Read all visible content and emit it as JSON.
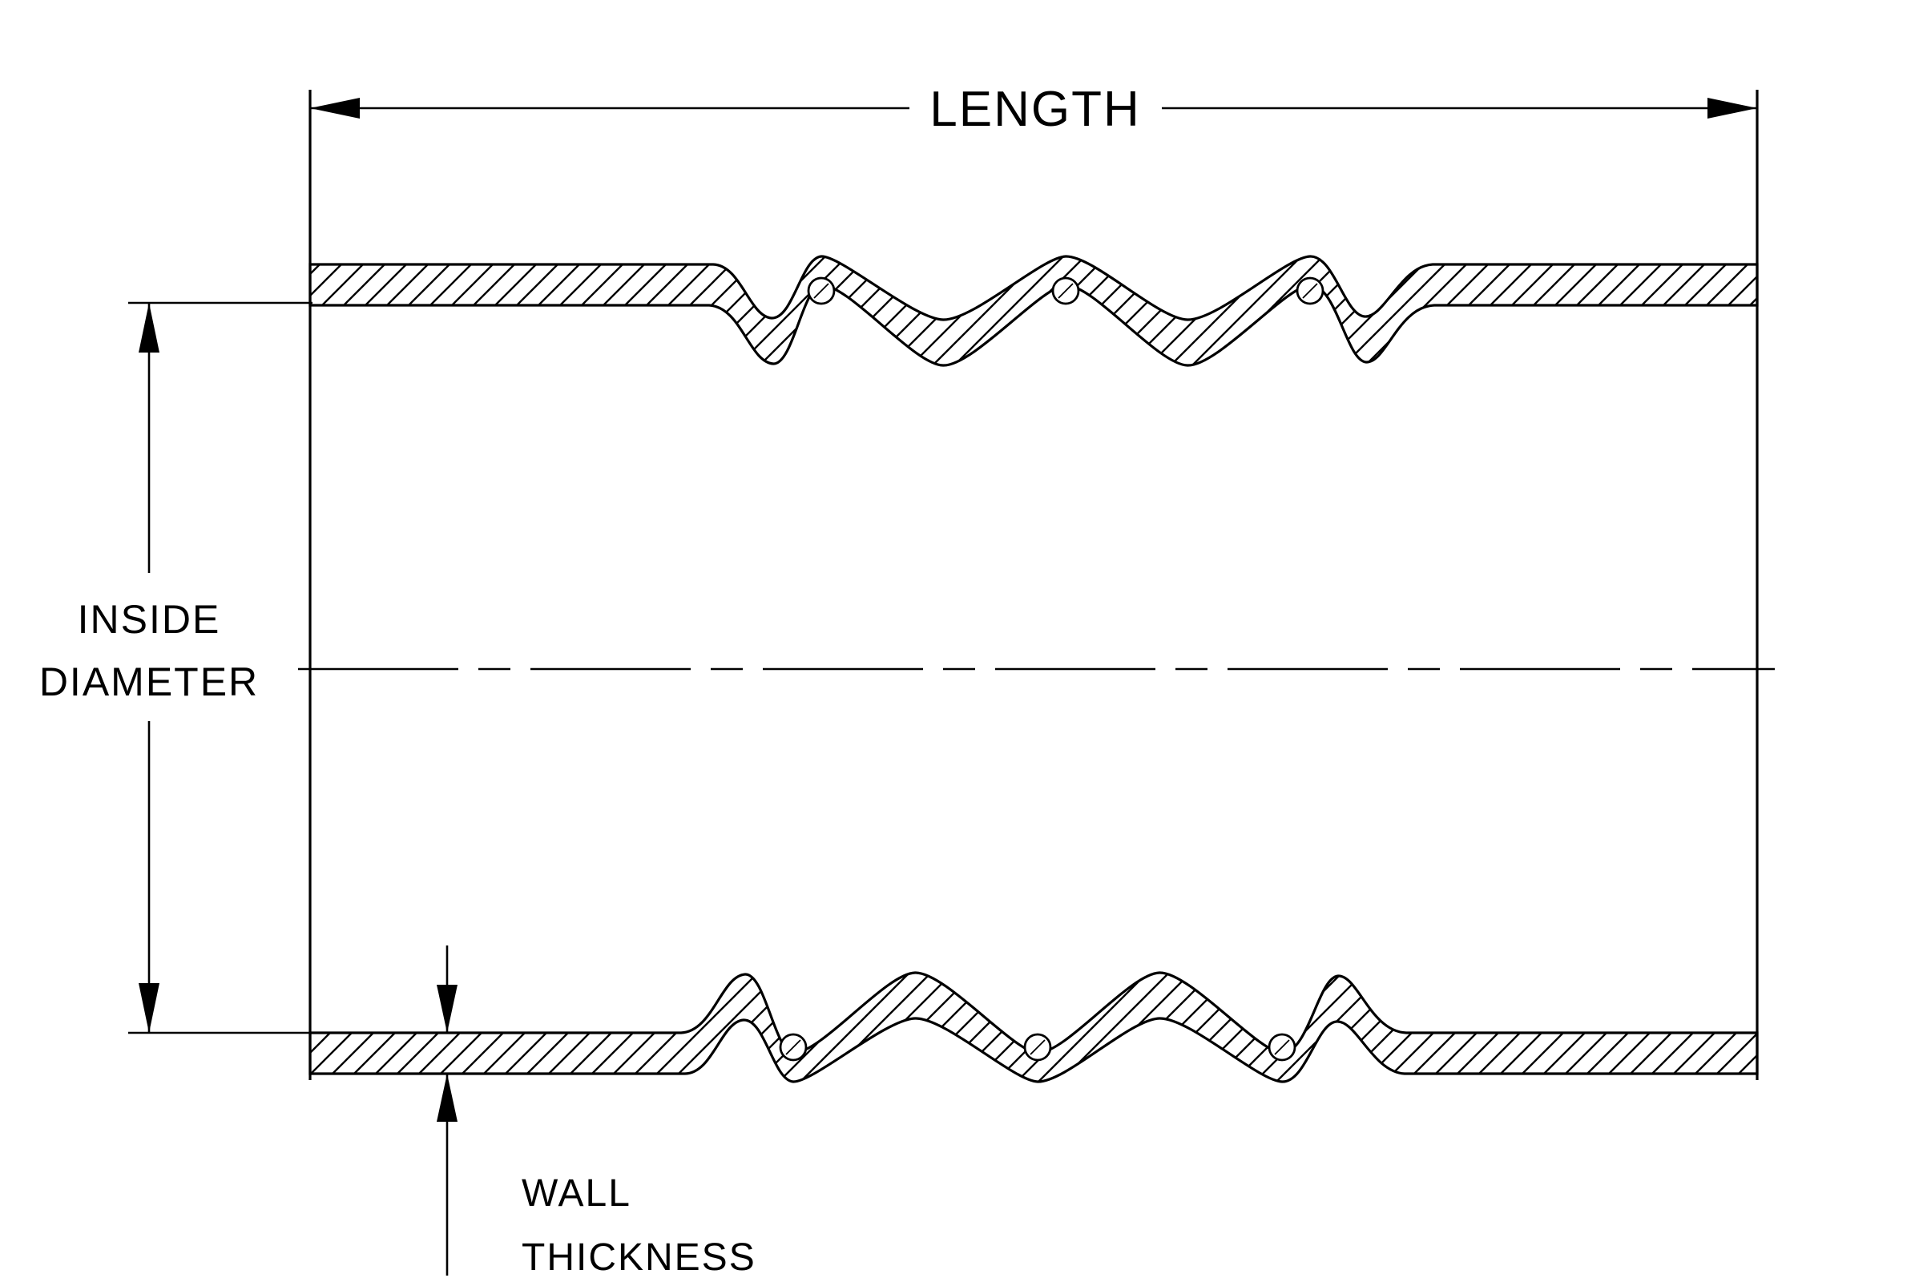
{
  "labels": {
    "length": "LENGTH",
    "inside_diameter_line1": "INSIDE",
    "inside_diameter_line2": "DIAMETER",
    "wall_thickness_line1": "WALL",
    "wall_thickness_line2": "THICKNESS"
  },
  "colors": {
    "line": "#000000",
    "background": "#ffffff"
  }
}
